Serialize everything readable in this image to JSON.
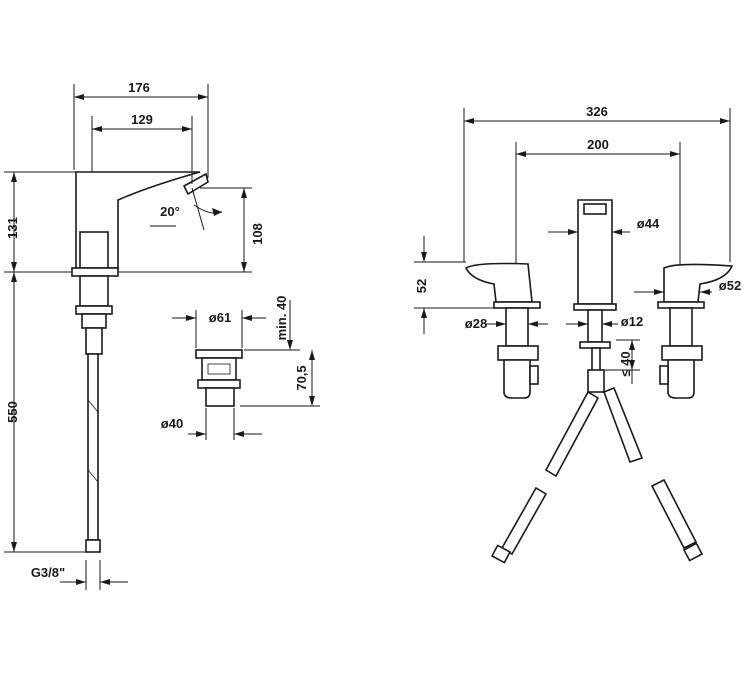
{
  "dimensions": {
    "single_tap": {
      "width_total": "176",
      "spout_reach": "129",
      "body_height": "131",
      "spout_angle": "20°",
      "spout_height": "108",
      "total_height": "550",
      "connection": "G3/8\""
    },
    "drain": {
      "top_diameter": "ø61",
      "min_clearance": "min. 40",
      "height": "70,5",
      "bottom_diameter": "ø40"
    },
    "three_hole_tap": {
      "width_total": "326",
      "handle_spacing": "200",
      "spout_diameter": "ø44",
      "handle_height": "52",
      "handle_diameter": "ø52",
      "shank_diameter": "ø28",
      "spout_shank_diameter": "ø12",
      "max_deck": "≤ 40"
    }
  }
}
